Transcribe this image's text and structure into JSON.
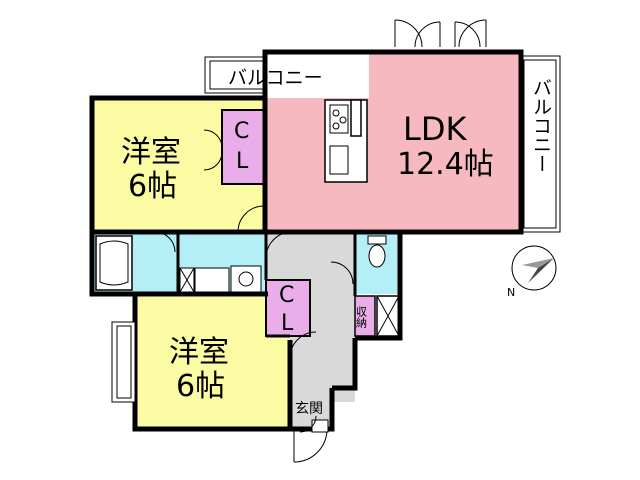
{
  "rooms": {
    "western_room_1": {
      "name": "洋室",
      "size": "6帖"
    },
    "western_room_2": {
      "name": "洋室",
      "size": "6帖"
    },
    "ldk": {
      "name": "LDK",
      "size": "12.4帖"
    },
    "closet_1": {
      "c": "C",
      "l": "L"
    },
    "closet_2": {
      "c": "C",
      "l": "L"
    },
    "storage": "収納",
    "entrance": "玄関",
    "balcony_top": "バルコニー",
    "balcony_right": "バルコニー"
  },
  "compass": {
    "label": "N"
  },
  "colors": {
    "western_room": "#fbfba3",
    "ldk": "#f6b9c0",
    "closet": "#e9aee9",
    "water": "#b4eef6",
    "hall": "#d9d9d9",
    "wall": "#000000"
  }
}
